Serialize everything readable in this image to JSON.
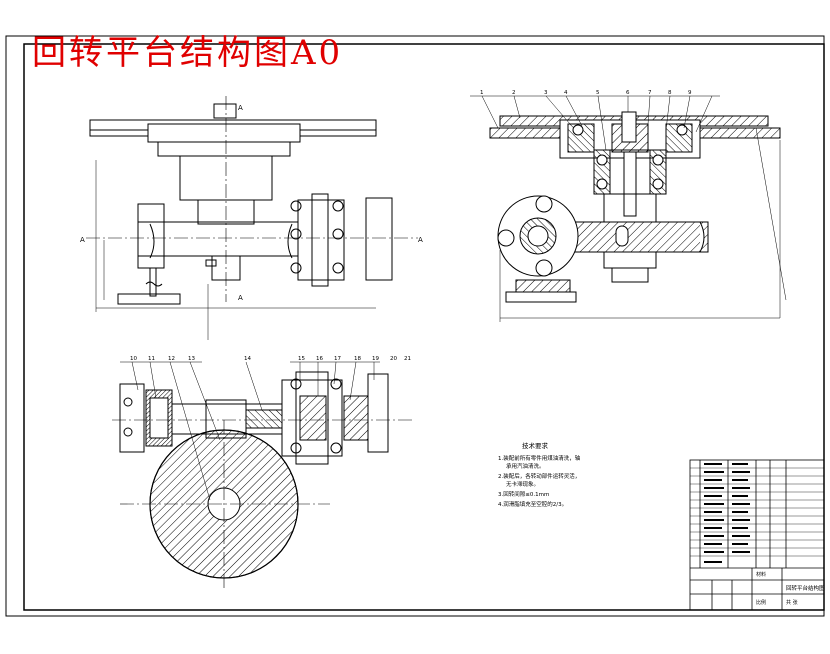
{
  "drawing": {
    "title": "回转平台结构图A0"
  },
  "views": {
    "front": {
      "section_label_top": "A",
      "section_label_bottom": "A",
      "axis_left": "A",
      "axis_right": "A"
    },
    "side": {
      "callouts": [
        "1",
        "2",
        "3",
        "4",
        "5",
        "6",
        "7",
        "8",
        "9"
      ]
    },
    "plan": {
      "callouts": [
        "10",
        "11",
        "12",
        "13",
        "14",
        "15",
        "16",
        "17",
        "18",
        "19",
        "20",
        "21"
      ]
    }
  },
  "notes": {
    "heading": "技术要求",
    "lines": [
      "1.装配前所有零件用煤油清洗，轴",
      "承用汽油清洗。",
      "2.装配后，各转动部件运转灵活，",
      "无卡滞现象。",
      "3.回转间隙≤0.1mm",
      "4.润滑脂填充至空腔的2/3。"
    ]
  },
  "title_block": {
    "drawing_name": "回转平台结构图",
    "scale_label": "比例",
    "sheet_label": "共 张",
    "material_label": "材料"
  },
  "colors": {
    "title": "#e00000",
    "line": "#000000",
    "hatch": "#000000",
    "paper": "#ffffff"
  }
}
